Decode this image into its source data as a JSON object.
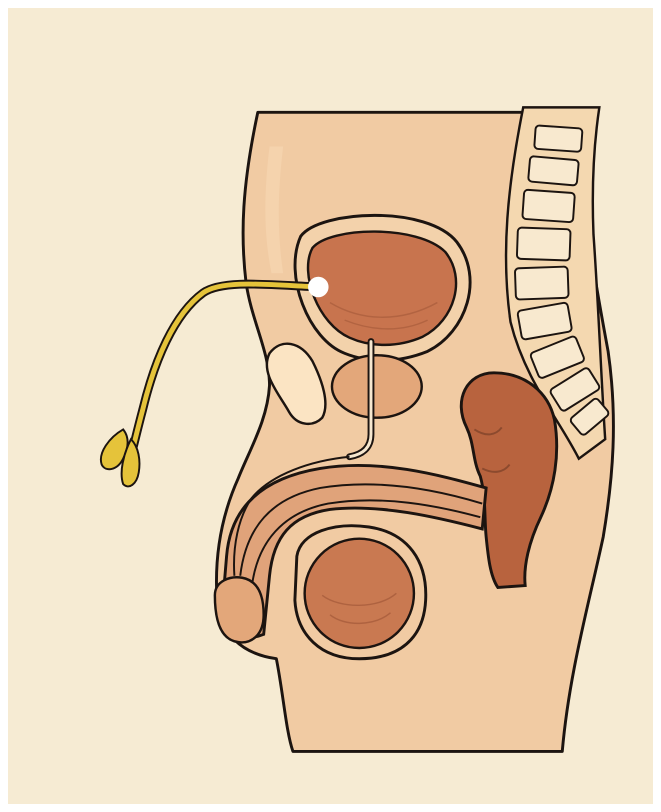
{
  "colors": {
    "background": "#f6ebd3",
    "skin": "#f1cba3",
    "bladder": "#c8744e",
    "prostate": "#e3a77a",
    "rectum": "#b8633e",
    "testis": "#c97951",
    "catheter": "#e5c33a",
    "pubic_bone": "#fbe4c3",
    "vertebra": "#f8e9cf",
    "outline": "#1c1410"
  },
  "icons": {
    "balloon_tip": "white-circle",
    "bladder": "bladder-organ",
    "catheter": "urinary-catheter"
  }
}
